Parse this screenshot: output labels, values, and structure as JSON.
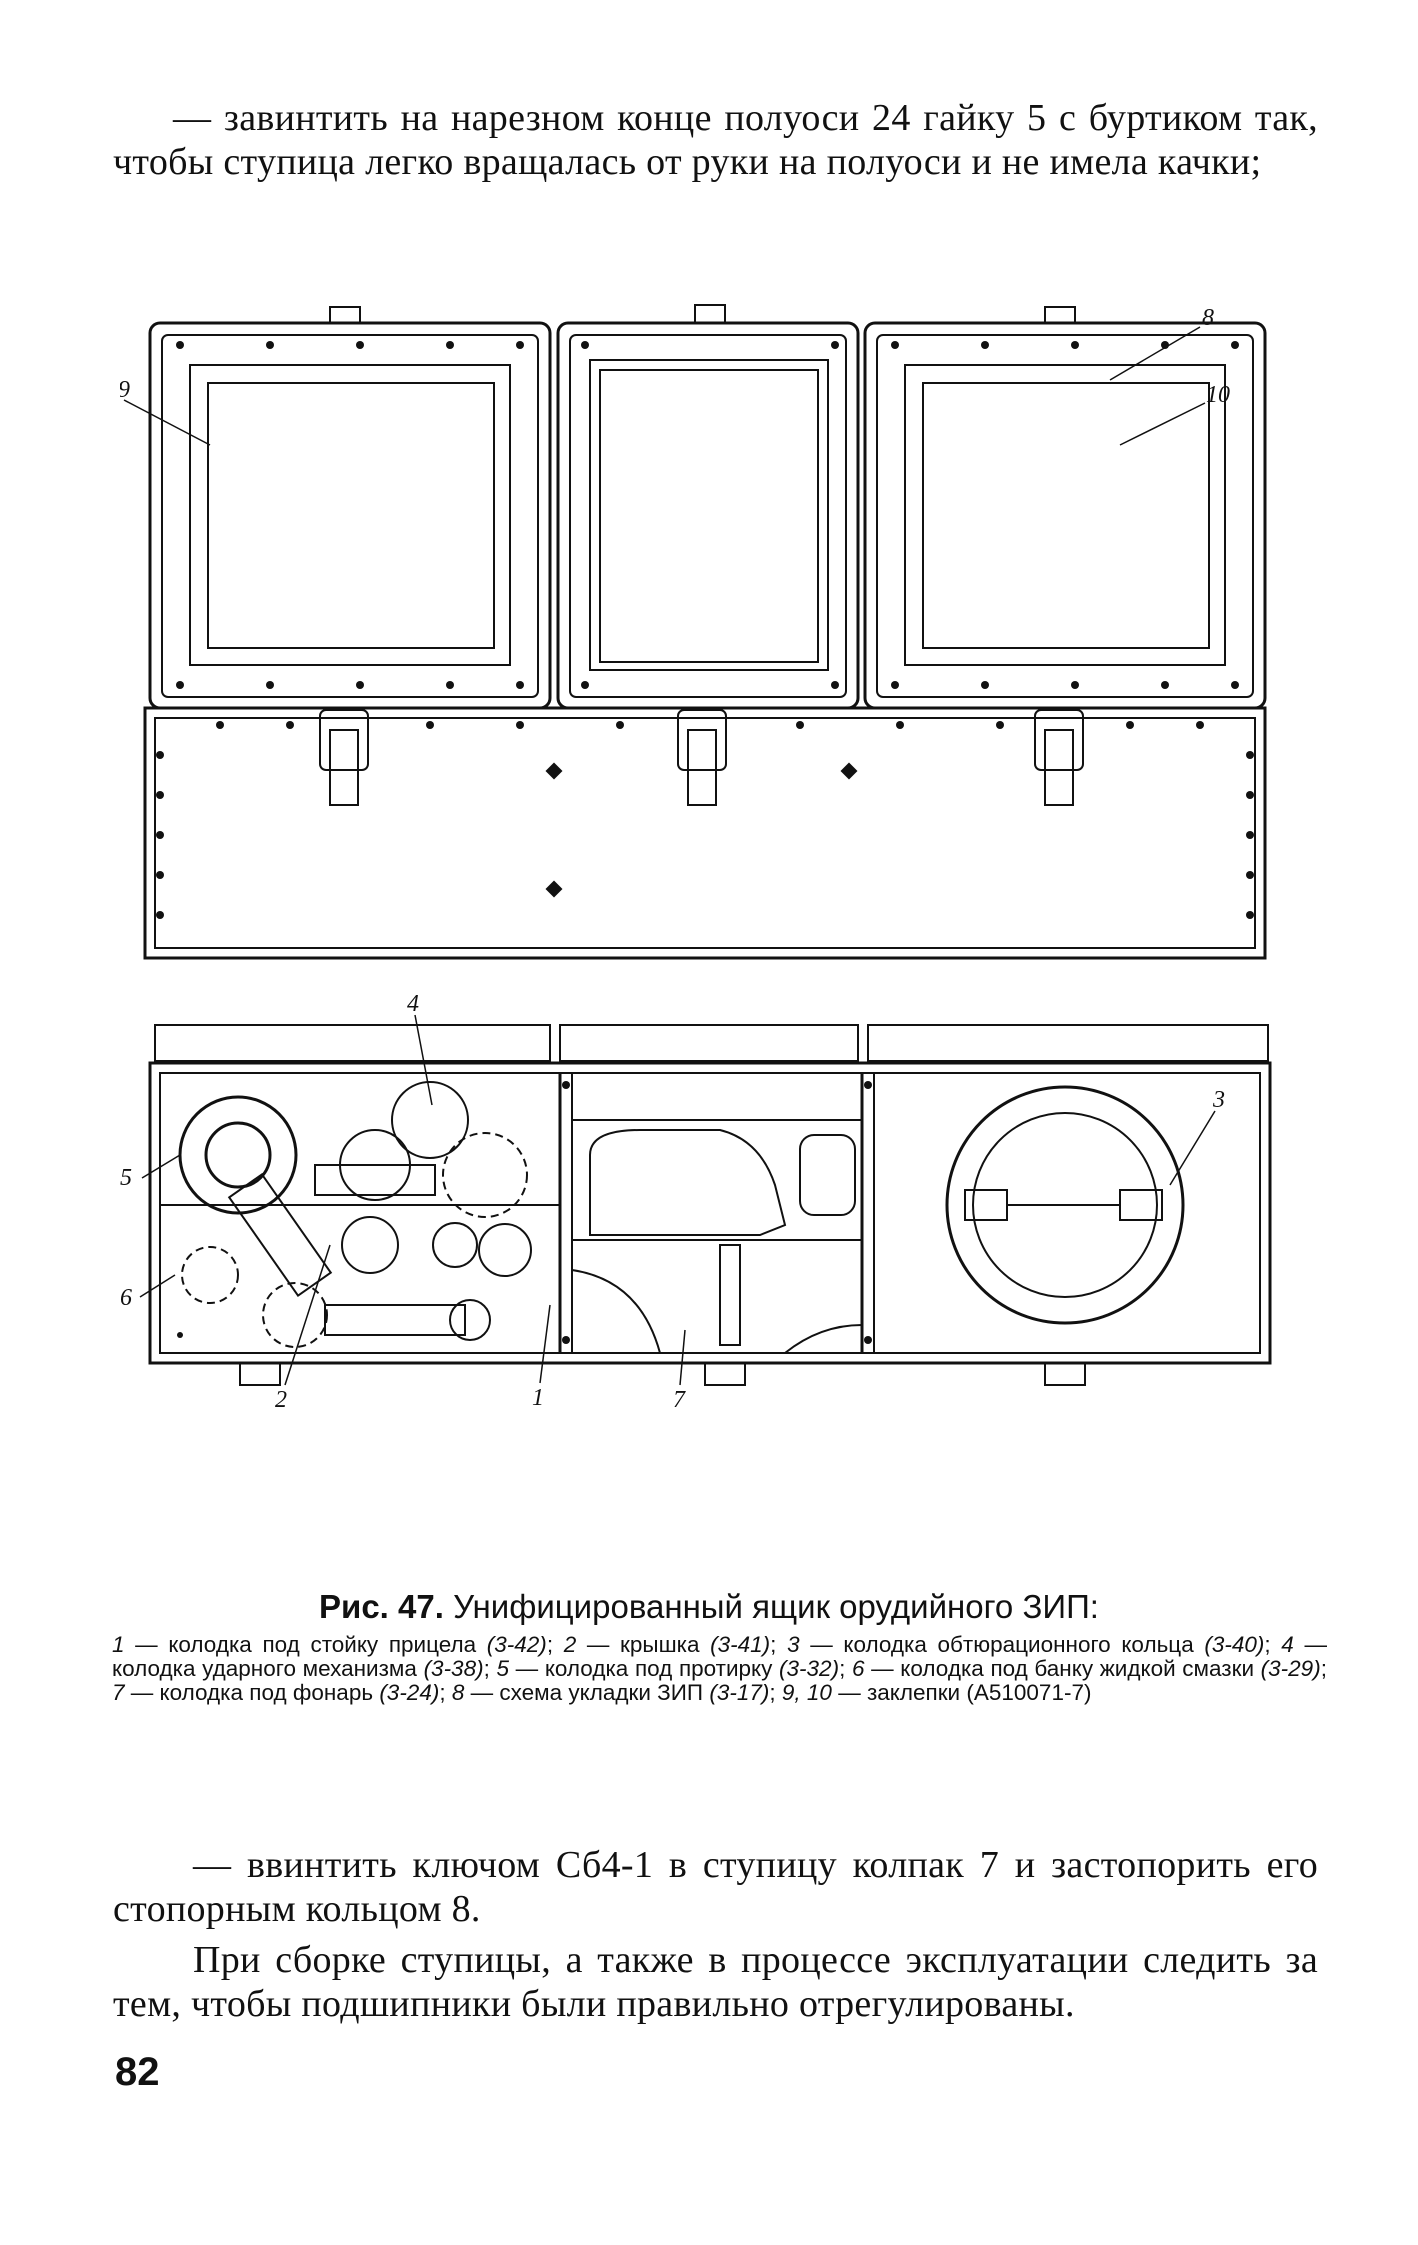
{
  "paragraphs": {
    "p1": "— завинтить на нарезном конце полуоси 24 гайку 5 с буртиком так, чтобы ступица легко вращалась от руки на полуоси и не имела качки;",
    "p2": "— ввинтить ключом Сб4-1 в ступицу колпак 7 и застопорить его стопорным кольцом 8.",
    "p3": "При сборке ступицы, а также в процессе эксплуатации следить за тем, чтобы подшипники были правильно отрегулированы."
  },
  "figure": {
    "number": "Рис. 47.",
    "title": "Унифицированный ящик орудийного ЗИП:",
    "callouts_top": [
      "9",
      "8",
      "10"
    ],
    "callouts_bottom": [
      "4",
      "3",
      "5",
      "6",
      "2",
      "1",
      "7"
    ],
    "legend": [
      {
        "num": "1",
        "text": "колодка под стойку прицела",
        "ref": "(3-42)"
      },
      {
        "num": "2",
        "text": "крышка",
        "ref": "(3-41)"
      },
      {
        "num": "3",
        "text": "колодка обтюрационного кольца",
        "ref": "(3-40)"
      },
      {
        "num": "4",
        "text": "колодка ударного механизма",
        "ref": "(3-38)"
      },
      {
        "num": "5",
        "text": "колодка под протирку",
        "ref": "(3-32)"
      },
      {
        "num": "6",
        "text": "колодка под банку жидкой смазки",
        "ref": "(3-29)"
      },
      {
        "num": "7",
        "text": "колодка под фонарь",
        "ref": "(3-24)"
      },
      {
        "num": "8",
        "text": "схема укладки ЗИП",
        "ref": "(3-17)"
      },
      {
        "num": "9, 10",
        "text": "заклепки",
        "ref": ""
      }
    ],
    "drawing_code": "(А510071-7)"
  },
  "page_number": "82"
}
